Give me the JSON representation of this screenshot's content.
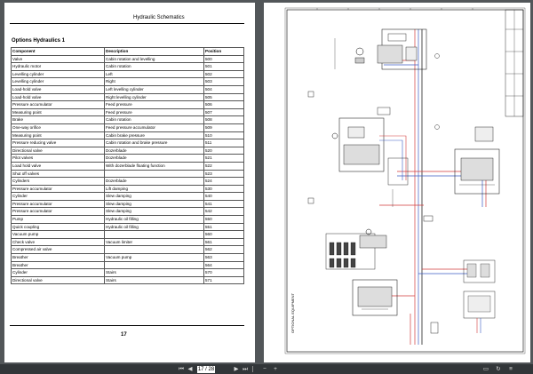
{
  "document": {
    "header_title": "Hydraulic Schematics",
    "section_title": "Options Hydraulics 1",
    "page_number": "17",
    "table": {
      "columns": [
        "Component",
        "Description",
        "Position"
      ],
      "rows": [
        [
          "Valve",
          "Cabin rotation and levelling",
          "500"
        ],
        [
          "Hydraulic motor",
          "Cabin rotation",
          "501"
        ],
        [
          "Levelling cylinder",
          "Left",
          "502"
        ],
        [
          "Levelling cylinder",
          "Right",
          "503"
        ],
        [
          "Load-hold valve",
          "Left levelling cylinder",
          "504"
        ],
        [
          "Load-hold valve",
          "Right levelling cylinder",
          "505"
        ],
        [
          "Pressure accumulator",
          "Feed pressure",
          "506"
        ],
        [
          "Measuring point",
          "Feed pressure",
          "507"
        ],
        [
          "Brake",
          "Cabin rotation",
          "508"
        ],
        [
          "One-way orifice",
          "Feed pressure accumulator",
          "509"
        ],
        [
          "Measuring point",
          "Cabin brake pressure",
          "510"
        ],
        [
          "Pressure reducing valve",
          "Cabin rotation and brake pressure",
          "511"
        ],
        [
          "Directional valve",
          "Dozerblade",
          "520"
        ],
        [
          "Pilot valves",
          "Dozerblade",
          "521"
        ],
        [
          "Load hold valve",
          "With dozerblade floating function",
          "522"
        ],
        [
          "Shut off valves",
          "",
          "523"
        ],
        [
          "Cylinders",
          "Dozerblade",
          "524"
        ],
        [
          "Pressure accumulator",
          "Lift damping",
          "530"
        ],
        [
          "Cylinder",
          "Slew damping",
          "540"
        ],
        [
          "Pressure accumulator",
          "Slew damping",
          "541"
        ],
        [
          "Pressure accumulator",
          "Slew damping",
          "542"
        ],
        [
          "Pump",
          "Hydraulic oil filling",
          "550"
        ],
        [
          "Quick coupling",
          "Hydraulic oil filling",
          "551"
        ],
        [
          "Vacuum pump",
          "",
          "560"
        ],
        [
          "Check valve",
          "Vacuum limiter",
          "561"
        ],
        [
          "Compressed air valve",
          "",
          "562"
        ],
        [
          "Breather",
          "Vacuum pump",
          "563"
        ],
        [
          "Breather",
          "",
          "564"
        ],
        [
          "Cylinder",
          "Stairs",
          "570"
        ],
        [
          "Directional valve",
          "Stairs",
          "571"
        ]
      ]
    }
  },
  "schematic": {
    "vertical_labels": [
      "OPTIONAL EQUIPMENT"
    ]
  },
  "viewer": {
    "current_page": "17 / 28",
    "toolbar_icons": [
      "page-first-icon",
      "page-prev-icon",
      "page-next-icon",
      "page-last-icon",
      "zoom-out-icon",
      "zoom-in-icon",
      "fit-page-icon",
      "rotate-icon",
      "menu-icon"
    ]
  },
  "colors": {
    "background": "#525659",
    "toolbar": "#323639",
    "line_red": "#d23a3a",
    "line_blue": "#3b5bc4"
  }
}
